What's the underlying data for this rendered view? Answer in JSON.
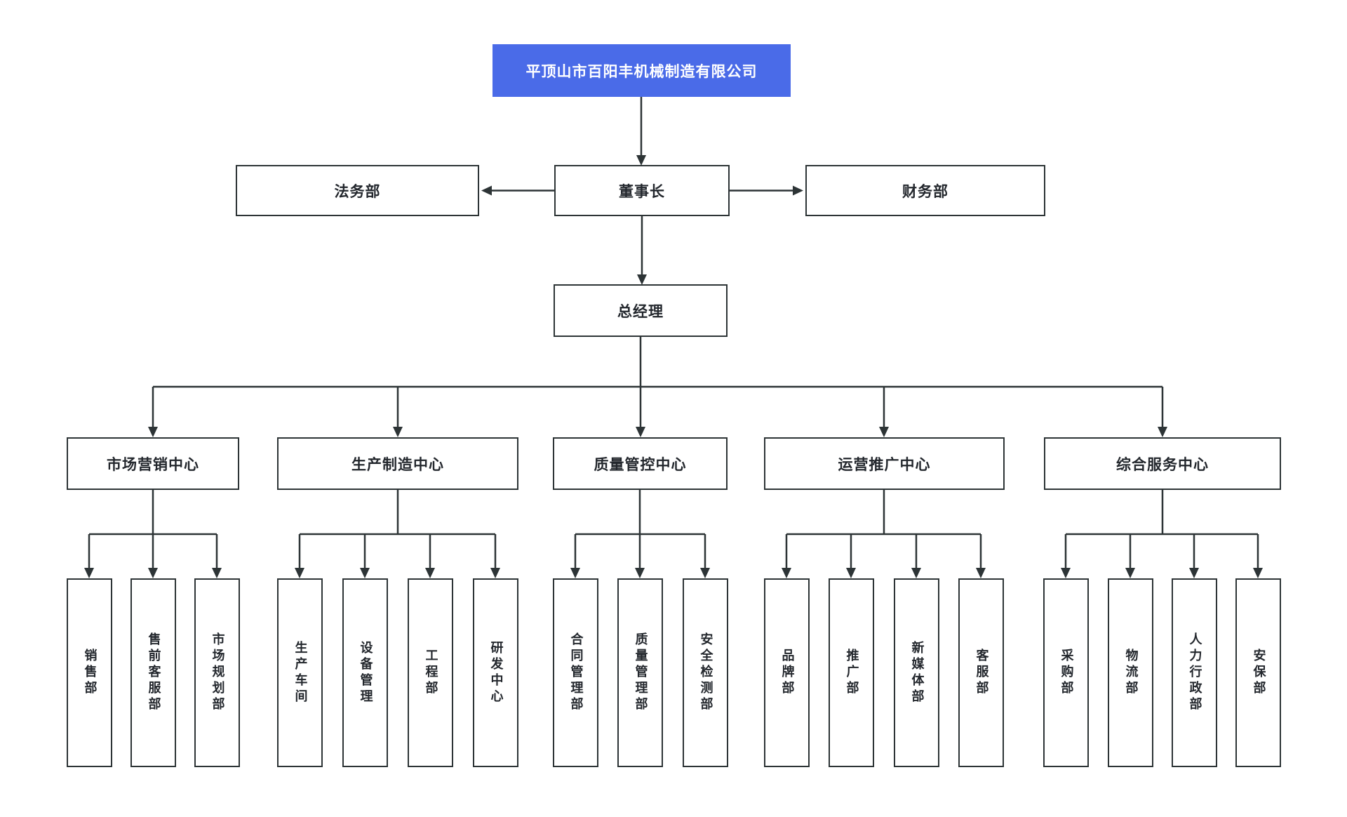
{
  "company": {
    "label": "平顶山市百阳丰机械制造有限公司"
  },
  "board": {
    "legal": {
      "label": "法务部"
    },
    "chairman": {
      "label": "董事长"
    },
    "finance": {
      "label": "财务部"
    }
  },
  "gm": {
    "label": "总经理"
  },
  "centers": [
    {
      "label": "市场营销中心",
      "children": [
        {
          "label": "销售部"
        },
        {
          "label": "售前客服部"
        },
        {
          "label": "市场规划部"
        }
      ]
    },
    {
      "label": "生产制造中心",
      "children": [
        {
          "label": "生产车间"
        },
        {
          "label": "设备管理"
        },
        {
          "label": "工程部"
        },
        {
          "label": "研发中心"
        }
      ]
    },
    {
      "label": "质量管控中心",
      "children": [
        {
          "label": "合同管理部"
        },
        {
          "label": "质量管理部"
        },
        {
          "label": "安全检测部"
        }
      ]
    },
    {
      "label": "运营推广中心",
      "children": [
        {
          "label": "品牌部"
        },
        {
          "label": "推广部"
        },
        {
          "label": "新媒体部"
        },
        {
          "label": "客服部"
        }
      ]
    },
    {
      "label": "综合服务中心",
      "children": [
        {
          "label": "采购部"
        },
        {
          "label": "物流部"
        },
        {
          "label": "人力行政部"
        },
        {
          "label": "安保部"
        }
      ]
    }
  ],
  "colors": {
    "accent": "#4a6be8",
    "line": "#2d3436",
    "text": "#23272d",
    "background": "#ffffff"
  }
}
